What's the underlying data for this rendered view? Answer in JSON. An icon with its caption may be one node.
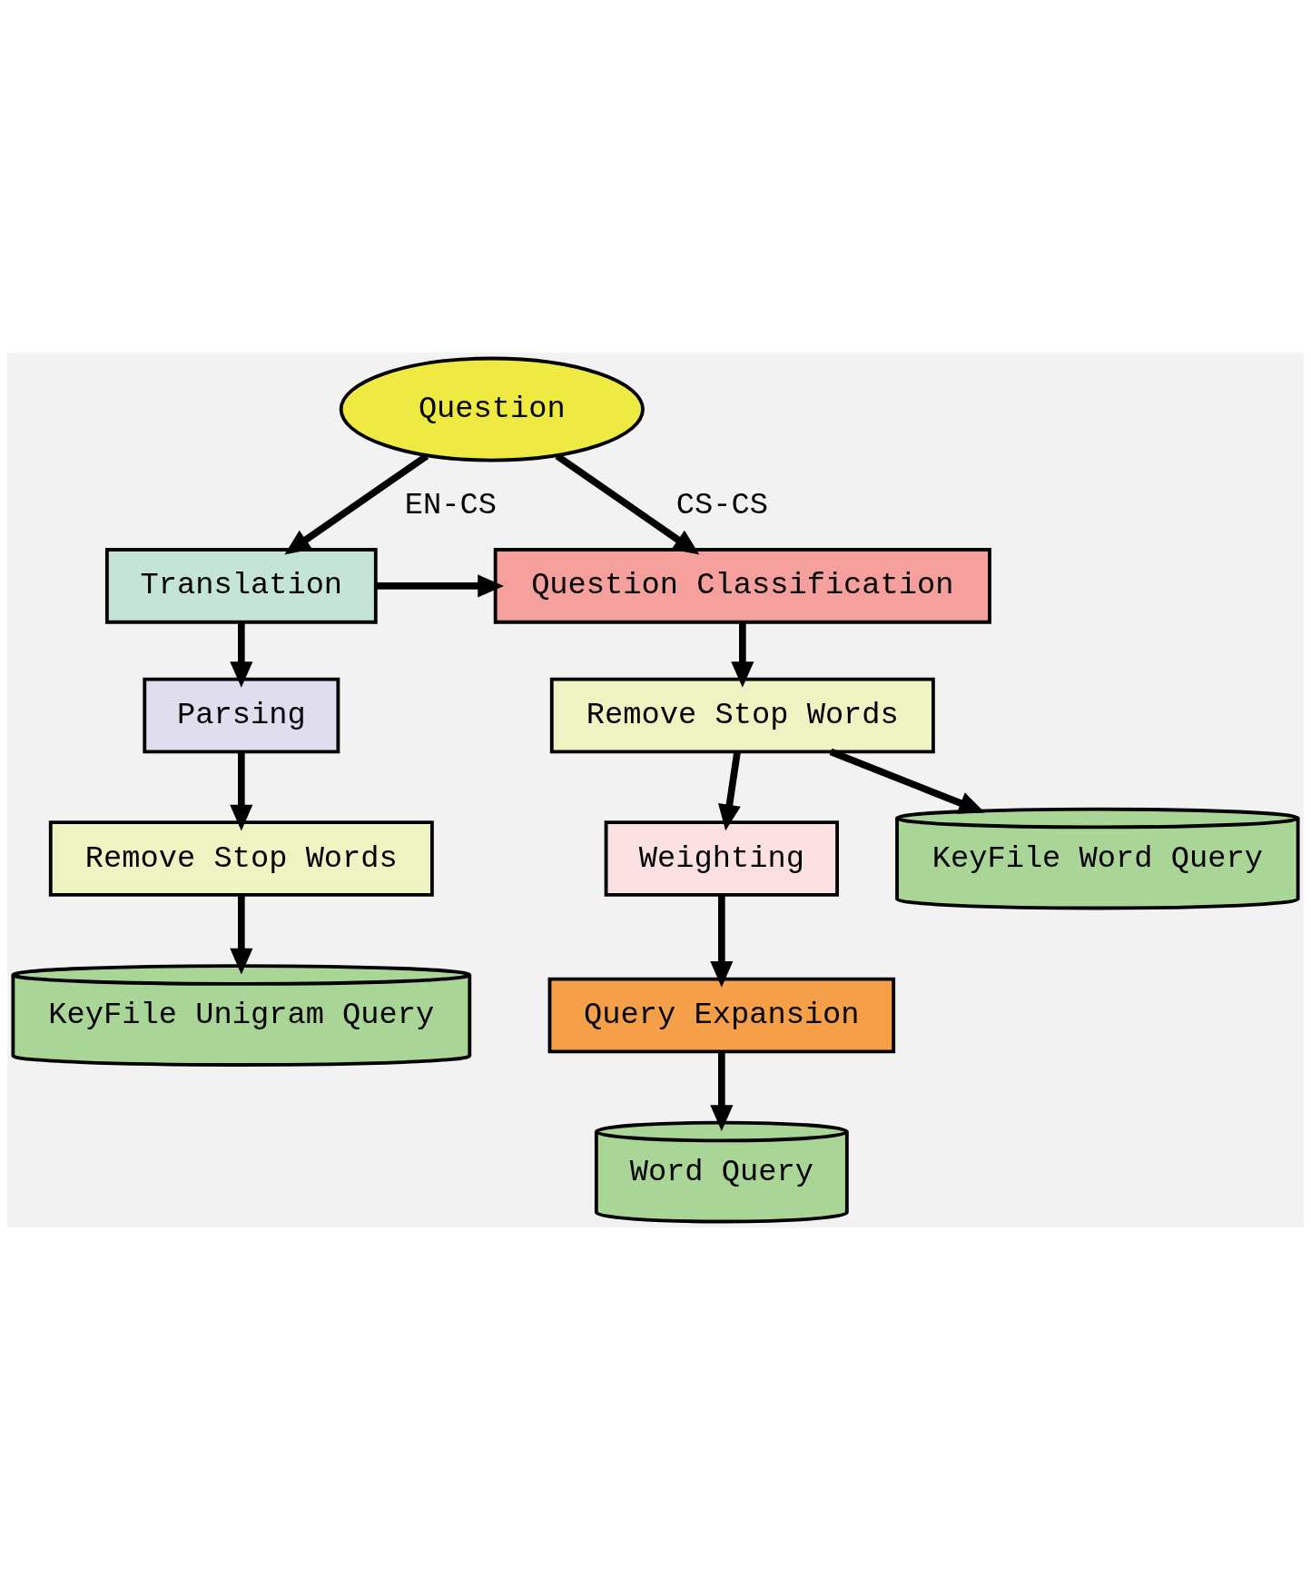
{
  "diagram": {
    "nodes": [
      {
        "text": [
          "Question"
        ]
      },
      {
        "text": [
          "Translation"
        ]
      },
      {
        "text": [
          "Question Classification"
        ]
      },
      {
        "text": [
          "Parsing"
        ]
      },
      {
        "text": [
          "Remove Stop Words"
        ]
      },
      {
        "text": [
          "Remove Stop Words"
        ]
      },
      {
        "text": [
          "Weighting"
        ]
      },
      {
        "text": [
          "Query Expansion"
        ]
      },
      {
        "text": [
          "KeyFile Unigram Query"
        ]
      },
      {
        "text": [
          "KeyFile Word Query"
        ]
      },
      {
        "text": [
          "Word Query"
        ]
      }
    ],
    "edges": [
      {
        "from": 0,
        "to": 1,
        "arrow": "to",
        "label": "EN-CS"
      },
      {
        "from": 0,
        "to": 2,
        "arrow": "to",
        "label": "CS-CS"
      },
      {
        "from": 1,
        "to": 2,
        "arrow": "to"
      },
      {
        "from": 1,
        "to": 3,
        "arrow": "to"
      },
      {
        "from": 2,
        "to": 4,
        "arrow": "to"
      },
      {
        "from": 3,
        "to": 5,
        "arrow": "to"
      },
      {
        "from": 4,
        "to": 9,
        "arrow": "to"
      },
      {
        "from": 4,
        "to": 6,
        "arrow": "to"
      },
      {
        "from": 6,
        "to": 7,
        "arrow": "to"
      },
      {
        "from": 5,
        "to": 8,
        "arrow": "to"
      },
      {
        "from": 7,
        "to": 10,
        "arrow": "to"
      }
    ]
  }
}
